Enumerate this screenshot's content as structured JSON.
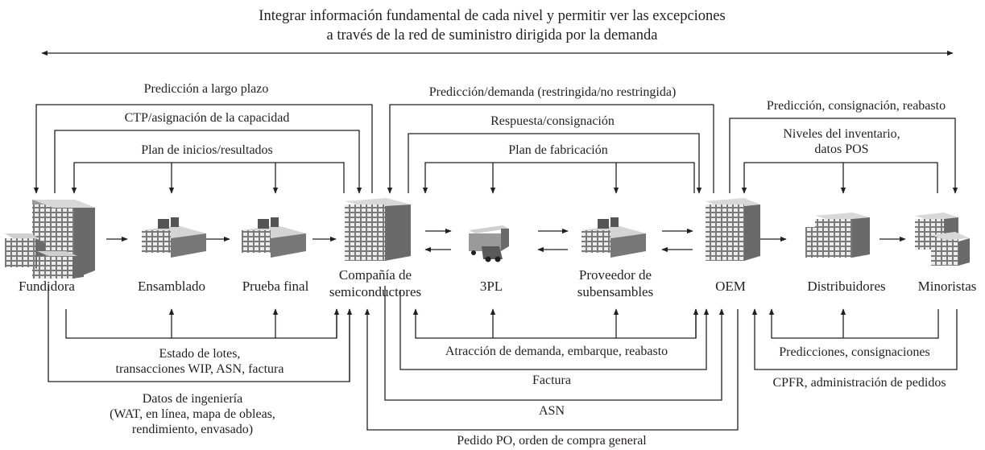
{
  "header": {
    "line1": "Integrar información fundamental de cada nivel y permitir ver las excepciones",
    "line2": "a través de la red de suministro dirigida por la demanda"
  },
  "nodes": {
    "fundidora": "Fundidora",
    "ensamblado": "Ensamblado",
    "prueba_final": "Prueba final",
    "semiconductores_1": "Compañía de",
    "semiconductores_2": "semiconductores",
    "tpl": "3PL",
    "proveedor_1": "Proveedor de",
    "proveedor_2": "subensambles",
    "oem": "OEM",
    "distribuidores": "Distribuidores",
    "minoristas": "Minoristas"
  },
  "top_flows": {
    "prediccion_largo_plazo": "Predicción a largo plazo",
    "ctp": "CTP/asignación de la capacidad",
    "plan_inicios": "Plan de inicios/resultados",
    "prediccion_demanda": "Predicción/demanda (restringida/no restringida)",
    "respuesta": "Respuesta/consignación",
    "plan_fabricacion": "Plan de fabricación",
    "prediccion_consignacion": "Predicción, consignación, reabasto",
    "niveles_1": "Niveles del inventario,",
    "niveles_2": "datos POS"
  },
  "bottom_flows": {
    "estado_1": "Estado de lotes,",
    "estado_2": "transacciones WIP, ASN, factura",
    "ingenieria_1": "Datos de ingeniería",
    "ingenieria_2": "(WAT, en línea, mapa de obleas,",
    "ingenieria_3": "rendimiento, envasado)",
    "atraccion": "Atracción de demanda, embarque, reabasto",
    "factura": "Factura",
    "asn": "ASN",
    "pedido": "Pedido PO, orden de compra general",
    "predicciones": "Predicciones, consignaciones",
    "cpfr": "CPFR, administración de pedidos"
  },
  "colors": {
    "line": "#231f20",
    "building_light": "#c9c9c9",
    "building_mid": "#8f8f8f",
    "building_dark": "#5a5a5a"
  }
}
